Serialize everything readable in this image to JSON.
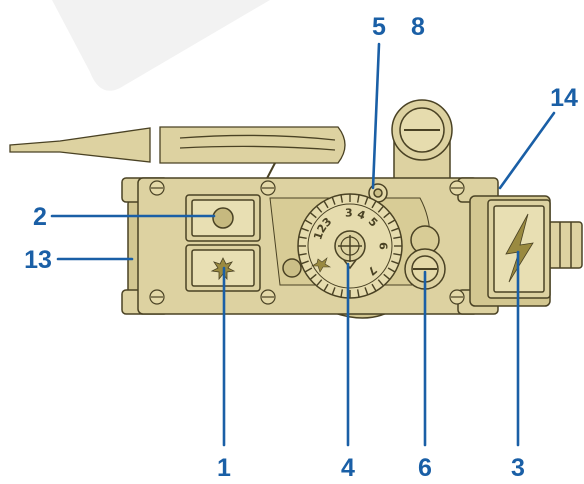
{
  "diagram": {
    "accent_color": "#1a5fa6",
    "body_color": "#ddd2a1",
    "line_color": "#4a4224",
    "callouts": [
      {
        "id": "c1",
        "label": "1",
        "part": "igniter-button"
      },
      {
        "id": "c2",
        "label": "2",
        "part": "indicator-window"
      },
      {
        "id": "c3",
        "label": "3",
        "part": "lightning-cover"
      },
      {
        "id": "c4",
        "label": "4",
        "part": "temperature-dial"
      },
      {
        "id": "c5",
        "label": "5",
        "part": "pilot-knob"
      },
      {
        "id": "c6",
        "label": "6",
        "part": "adjustment-screw"
      },
      {
        "id": "c8",
        "label": "8",
        "part": "round-connector"
      },
      {
        "id": "c13",
        "label": "13",
        "part": "left-side-edge"
      },
      {
        "id": "c14",
        "label": "14",
        "part": "right-upper-edge"
      }
    ],
    "dial_numbers": [
      "1",
      "2",
      "3",
      "3",
      "4",
      "5",
      "6",
      "7"
    ],
    "icons": {
      "spark": "spark-icon",
      "lightning": "lightning-icon",
      "flame": "flame-icon"
    }
  }
}
